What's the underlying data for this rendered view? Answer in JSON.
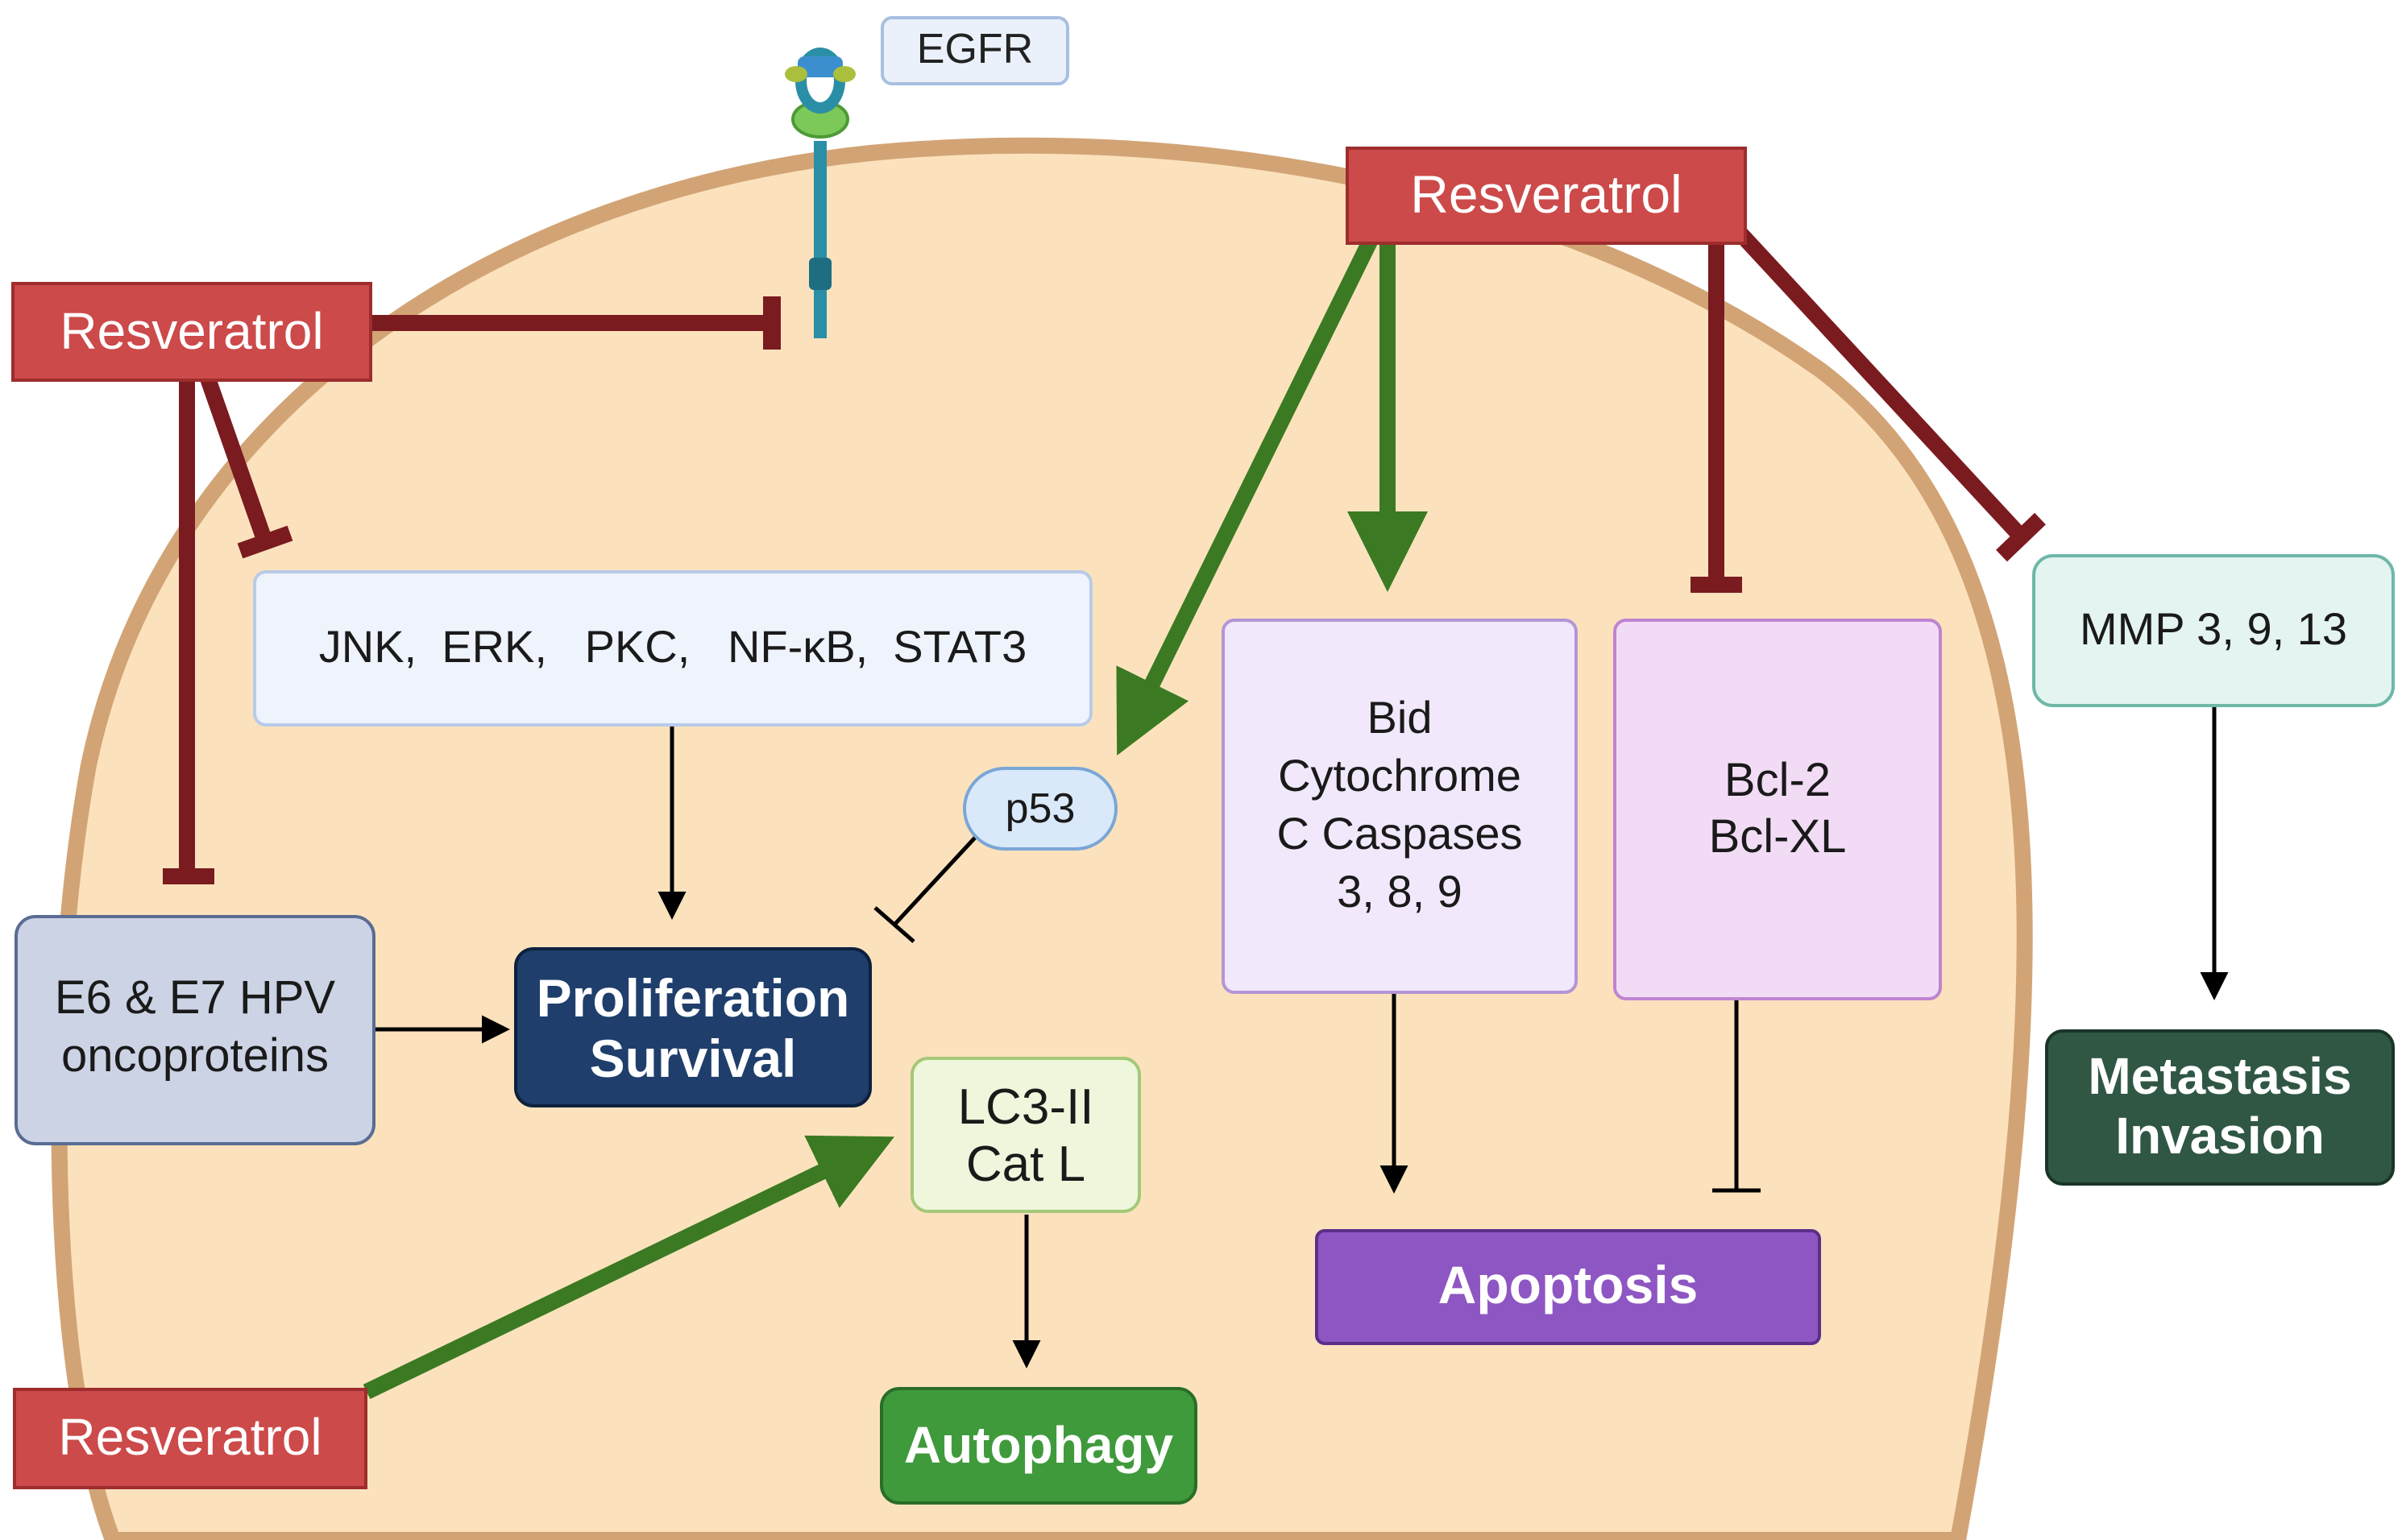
{
  "labels": {
    "egfr": "EGFR",
    "resveratrol_left": "Resveratrol",
    "resveratrol_top_right": "Resveratrol",
    "resveratrol_bottom": "Resveratrol",
    "kinases": "JNK,  ERK,   PKC,   NF-κB,  STAT3",
    "p53": "p53",
    "hpv_line1": "E6 & E7 HPV",
    "hpv_line2": "oncoproteins",
    "prolif_line1": "Proliferation",
    "prolif_line2": "Survival",
    "lc3_line1": "LC3-II",
    "lc3_line2": "Cat L",
    "autophagy": "Autophagy",
    "bid_line1": "Bid",
    "bid_line2": "Cytochrome",
    "bid_line3": "C Caspases",
    "bid_line4": "3, 8, 9",
    "bcl_line1": "Bcl-2",
    "bcl_line2": "Bcl-XL",
    "apoptosis": "Apoptosis",
    "mmp": "MMP 3, 9, 13",
    "meta_line1": "Metastasis",
    "meta_line2": "Invasion"
  },
  "colors": {
    "cell_fill": "#fbe2bd",
    "cell_border": "#d2a475",
    "resveratrol_fill": "#cc4a4a",
    "inhibit_line": "#7a1b20",
    "activate_line": "#3b7a22",
    "proliferation_fill": "#1f3e6b",
    "autophagy_fill": "#3f9a3c",
    "apoptosis_fill": "#8e56c2",
    "metastasis_fill": "#2f5744"
  }
}
